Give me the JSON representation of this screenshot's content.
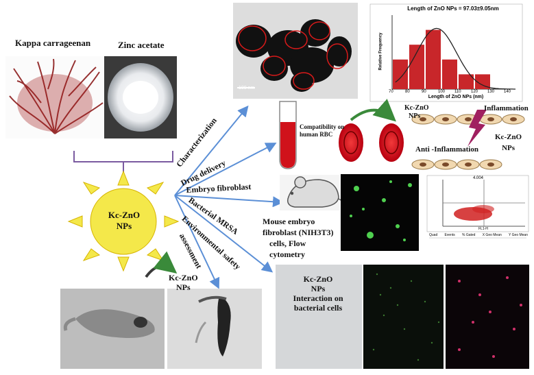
{
  "materials": {
    "kappa": "Kappa carrageenan",
    "zinc": "Zinc acetate"
  },
  "center": {
    "line1": "Kc-ZnO",
    "line2": "NPs"
  },
  "branches": {
    "characterization": "Characterization",
    "drug": "Drug delivery",
    "embryo": "Embryo fibroblast",
    "mrsa": "Bacterial MRSA",
    "env": "Environmental safety",
    "assess": "assessment"
  },
  "tem": {
    "scale": "100 nm"
  },
  "histogram": {
    "chart_data": {
      "type": "bar",
      "title": "Length of ZnO NPs = 97.03±9.05nm",
      "xlabel": "Length of ZnO NPs (nm)",
      "ylabel": "Relative Frequency",
      "xticks": [
        "70",
        "80",
        "90",
        "100",
        "110",
        "120",
        "130",
        "140"
      ],
      "bins": [
        75,
        85,
        95,
        105,
        115,
        125,
        135
      ],
      "values": [
        2,
        3,
        4,
        2,
        1,
        1,
        0
      ],
      "ylim": [
        0,
        5
      ]
    }
  },
  "rbc": {
    "compat": "Compatibility on human RBC",
    "kc1": "Kc-ZnO",
    "kc2": "NPs"
  },
  "inflam": {
    "inflammation": "Inflammation",
    "anti": "Anti -Inflammation",
    "kc1": "Kc-ZnO",
    "kc2": "NPs"
  },
  "mouse": {
    "l1": "Mouse embryo",
    "l2": "fibroblast (NIH3T3)",
    "l3": "cells, Flow",
    "l4": "cytometry"
  },
  "flow": {
    "table_header": [
      "Quad",
      "Events",
      "% Gated",
      "X Geo Mean",
      "Y Geo Mean"
    ],
    "xlabel": "FL1-H",
    "top": "4.004"
  },
  "zebrafish": {
    "kc1": "Kc-ZnO",
    "kc2": "NPs"
  },
  "bacteria": {
    "l1": "Kc-ZnO",
    "l2": "NPs",
    "l3": "Interaction on",
    "l4": "bacterial cells"
  },
  "colors": {
    "arrow": "#5b8fd6",
    "rbc": "#d0121b",
    "sun": "#f4e84a",
    "bar": "#c8262a",
    "cell": "#f1d8b0"
  }
}
